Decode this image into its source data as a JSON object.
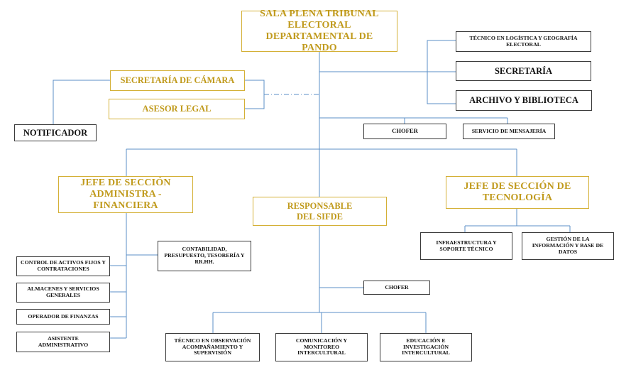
{
  "colors": {
    "connector": "#5b8fc7",
    "gold_border": "#d4b036",
    "gold_text": "#c09a1c",
    "dark_border": "#3a3a3a"
  },
  "top": {
    "sala_plena": "SALA PLENA  TRIBUNAL ELECTORAL DEPARTAMENTAL DE PANDO"
  },
  "left_staff": {
    "secretaria_camara": "SECRETARÍA DE CÁMARA",
    "asesor_legal": "ASESOR LEGAL",
    "notificador": "NOTIFICADOR"
  },
  "right_staff": {
    "tecnico_logistica": "TÉCNICO EN LOGÍSTICA Y GEOGRAFÍA ELECTORAL",
    "secretaria": "SECRETARÍA",
    "archivo": "ARCHIVO Y BIBLIOTECA",
    "chofer": "CHOFER",
    "mensajeria": "SERVICIO DE MENSAJERÍA"
  },
  "admin": {
    "jefe": "JEFE DE SECCIÓN ADMINISTRA - FINANCIERA",
    "contabilidad": "CONTABILIDAD, PRESUPUESTO, TESORERÍA Y RR.HH.",
    "control_activos": "CONTROL DE ACTIVOS FIJOS Y CONTRATACIONES",
    "almacenes": "ALMACENES Y SERVICIOS GENERALES",
    "operador": "OPERADOR DE FINANZAS",
    "asistente": "ASISTENTE ADMINISTRATIVO"
  },
  "sifde": {
    "responsable": "RESPONSABLE DEL SIFDE",
    "chofer": "CHOFER",
    "tecnico_observacion": "TÉCNICO EN OBSERVACIÓN ACOMPAÑAMIENTO Y SUPERVISIÓN",
    "comunicacion": "COMUNICACIÓN Y MONITOREO INTERCULTURAL",
    "educacion": "EDUCACIÓN E INVESTIGACIÓN INTERCULTURAL"
  },
  "tecnologia": {
    "jefe": "JEFE DE SECCIÓN DE TECNOLOGÍA",
    "infraestructura": "INFRAESTRUCTURA Y SOPORTE TÉCNICO",
    "gestion": "GESTIÓN DE LA INFORMACIÓN Y BASE DE DATOS"
  }
}
